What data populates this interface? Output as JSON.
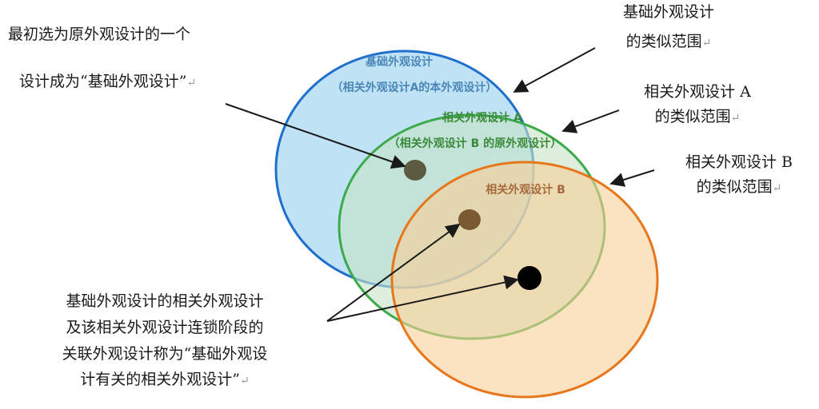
{
  "colors": {
    "base_fill": "#a9d9f0",
    "base_stroke": "#1f6fcf",
    "a_fill": "#c6e3c6",
    "a_stroke": "#3aaa4a",
    "b_fill": "#f8cf98",
    "b_stroke": "#e8761a",
    "base_label_color": "#4a86b8",
    "a_label_color": "#3a8a3a",
    "b_label_color": "#a86a3a",
    "dot1": "#5c5a40",
    "dot2": "#7a5a30",
    "dot3": "#000000",
    "arrow": "#1a1a1a"
  },
  "circle_labels": {
    "base_title": "基础外观设计",
    "base_sub": "（相关外观设计A的本外观设计）",
    "a_title": "相关外观设计 A",
    "a_sub": "（相关外观设计 B 的原外观设计）",
    "b_title": "相关外观设计 B"
  },
  "annotations": {
    "initial_line1": "最初选为原外观设计的一个",
    "initial_line2": "设计成为“基础外观设计”",
    "base_range_line1": "基础外观设计",
    "base_range_line2": "的类似范围",
    "a_range_line1": "相关外观设计 A",
    "a_range_line2": "的类似范围",
    "b_range_line1": "相关外观设计 B",
    "b_range_line2": "的类似范围",
    "bottom_line1": "基础外观设计的相关外观设计",
    "bottom_line2": "及该相关外观设计连锁阶段的",
    "bottom_line3": "关联外观设计称为“基础外观设",
    "bottom_line4": "计有关的相关外观设计”",
    "return_mark": "↵"
  }
}
